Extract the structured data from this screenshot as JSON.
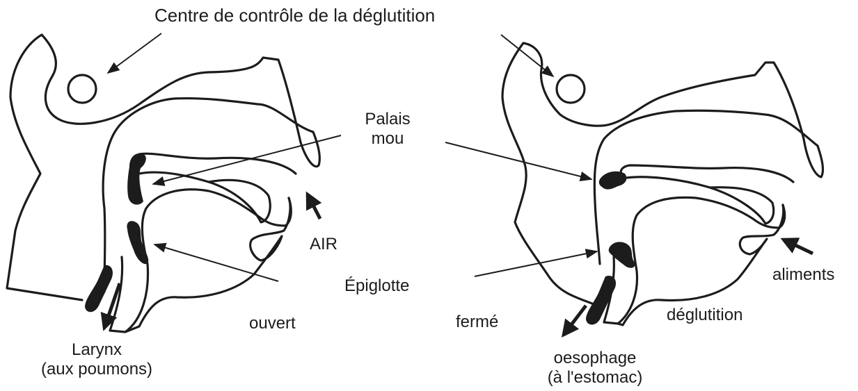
{
  "labels": {
    "control_center": "Centre de contrôle de la déglutition",
    "soft_palate_line1": "Palais",
    "soft_palate_line2": "mou",
    "air": "AIR",
    "epiglottis": "Épiglotte",
    "open": "ouvert",
    "closed": "fermé",
    "larynx_line1": "Larynx",
    "larynx_line2": "(aux poumons)",
    "esophagus_line1": "oesophage",
    "esophagus_line2": "(à l'estomac)",
    "swallowing": "déglutition",
    "food": "aliments"
  },
  "colors": {
    "ink": "#1c1c1c",
    "background": "#ffffff"
  }
}
